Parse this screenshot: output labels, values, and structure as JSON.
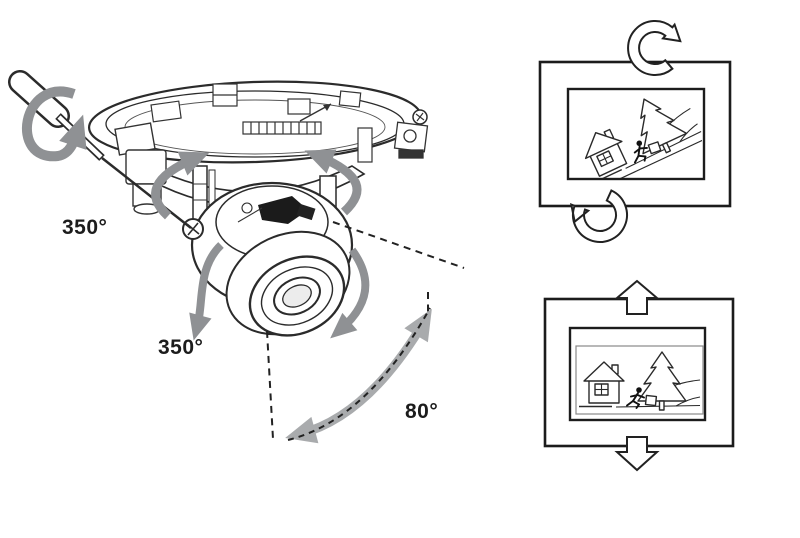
{
  "labels": {
    "pan_rotation": "350°",
    "lens_rotation": "350°",
    "tilt_range": "80°"
  },
  "colors": {
    "background": "#ffffff",
    "line_art": "#2b2b2b",
    "arrow_gray": "#8f9194",
    "arc_gray": "#a9abad"
  },
  "icons": {
    "screwdriver": "screwdriver-icon",
    "screwdriver_rotation": "rotation-swirl-arrow-icon",
    "pan_left": "curved-arrow-up-right-icon",
    "pan_right": "curved-arrow-up-left-icon",
    "lens_left": "curved-arrow-down-icon",
    "lens_right": "curved-arrow-down-icon",
    "tilt": "dashed-arc-double-arrow-icon",
    "rotate_cw": "circular-arrow-clockwise-icon",
    "rotate_ccw": "circular-arrow-counterclockwise-icon",
    "shift_up": "hollow-arrow-up-icon",
    "shift_down": "hollow-arrow-down-icon"
  }
}
